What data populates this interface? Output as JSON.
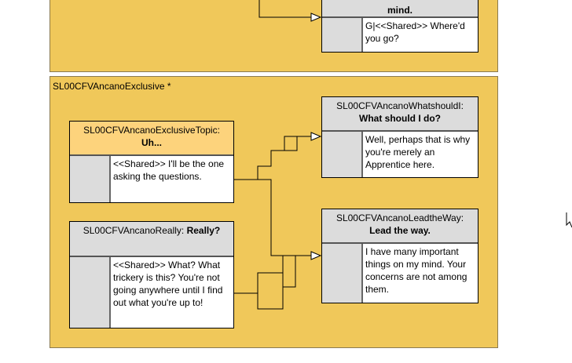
{
  "top_group": {
    "node": {
      "title_bold": "mind.",
      "text": "G|<<Shared>> Where'd you go?"
    }
  },
  "group": {
    "title": "SL00CFVAncanoExclusive *",
    "nodes": [
      {
        "id": "SL00CFVAncanoExclusiveTopic:",
        "label": "Uh...",
        "text": "<<Shared>> I'll be the one asking the questions."
      },
      {
        "id": "SL00CFVAncanoReally:",
        "label": "Really?",
        "text": "<<Shared>> What? What trickery is this? You're not going anywhere until I find out what you're up to!"
      },
      {
        "id": "SL00CFVAncanoWhatshouldI:",
        "label": "What should I do?",
        "text": "Well, perhaps that is why you're merely an Apprentice here."
      },
      {
        "id": "SL00CFVAncanoLeadtheWay:",
        "label": "Lead the way.",
        "text": "I have many important things on my mind. Your concerns are not among them."
      }
    ]
  },
  "colors": {
    "panel": "#f0c85a",
    "selected_header": "#fdd37c",
    "header": "#dcdcdc"
  }
}
